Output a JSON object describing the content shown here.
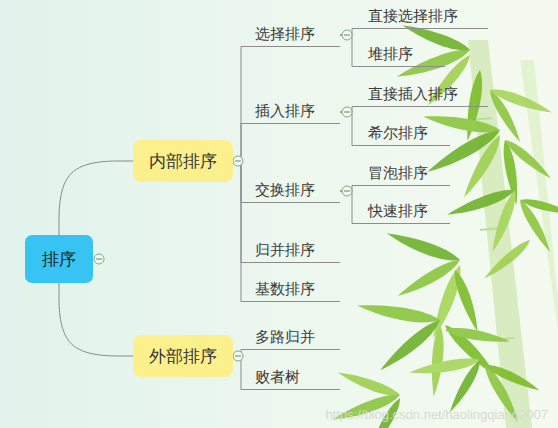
{
  "diagram": {
    "nodes": [
      {
        "text": [
          "排序"
        ]
      },
      {
        "text": [
          "内部排序"
        ]
      },
      {
        "text": [
          "选择排序"
        ]
      },
      {
        "text": [
          "直接选择排序"
        ]
      },
      {
        "text": [
          "堆排序"
        ]
      },
      {
        "text": [
          "插入排序"
        ]
      },
      {
        "text": [
          "直接插入排序"
        ]
      },
      {
        "text": [
          "希尔排序"
        ]
      },
      {
        "text": [
          "交换排序"
        ]
      },
      {
        "text": [
          "冒泡排序"
        ]
      },
      {
        "text": [
          "快速排序"
        ]
      },
      {
        "text": [
          "归并排序"
        ]
      },
      {
        "text": [
          "基数排序"
        ]
      },
      {
        "text": [
          "外部排序"
        ]
      },
      {
        "text": [
          "多路归并"
        ]
      },
      {
        "text": [
          "败者树"
        ]
      }
    ],
    "edges": [
      {
        "from": 0,
        "to": 1,
        "arrow": "none"
      },
      {
        "from": 0,
        "to": 13,
        "arrow": "none"
      },
      {
        "from": 1,
        "to": 2,
        "arrow": "none"
      },
      {
        "from": 1,
        "to": 5,
        "arrow": "none"
      },
      {
        "from": 1,
        "to": 8,
        "arrow": "none"
      },
      {
        "from": 1,
        "to": 11,
        "arrow": "none"
      },
      {
        "from": 1,
        "to": 12,
        "arrow": "none"
      },
      {
        "from": 2,
        "to": 3,
        "arrow": "none"
      },
      {
        "from": 2,
        "to": 4,
        "arrow": "none"
      },
      {
        "from": 5,
        "to": 6,
        "arrow": "none"
      },
      {
        "from": 5,
        "to": 7,
        "arrow": "none"
      },
      {
        "from": 8,
        "to": 9,
        "arrow": "none"
      },
      {
        "from": 8,
        "to": 10,
        "arrow": "none"
      },
      {
        "from": 13,
        "to": 14,
        "arrow": "none"
      },
      {
        "from": 13,
        "to": 15,
        "arrow": "none"
      }
    ],
    "labels": [
      "https://blog.csdn.net/haolingqiang2007"
    ]
  }
}
